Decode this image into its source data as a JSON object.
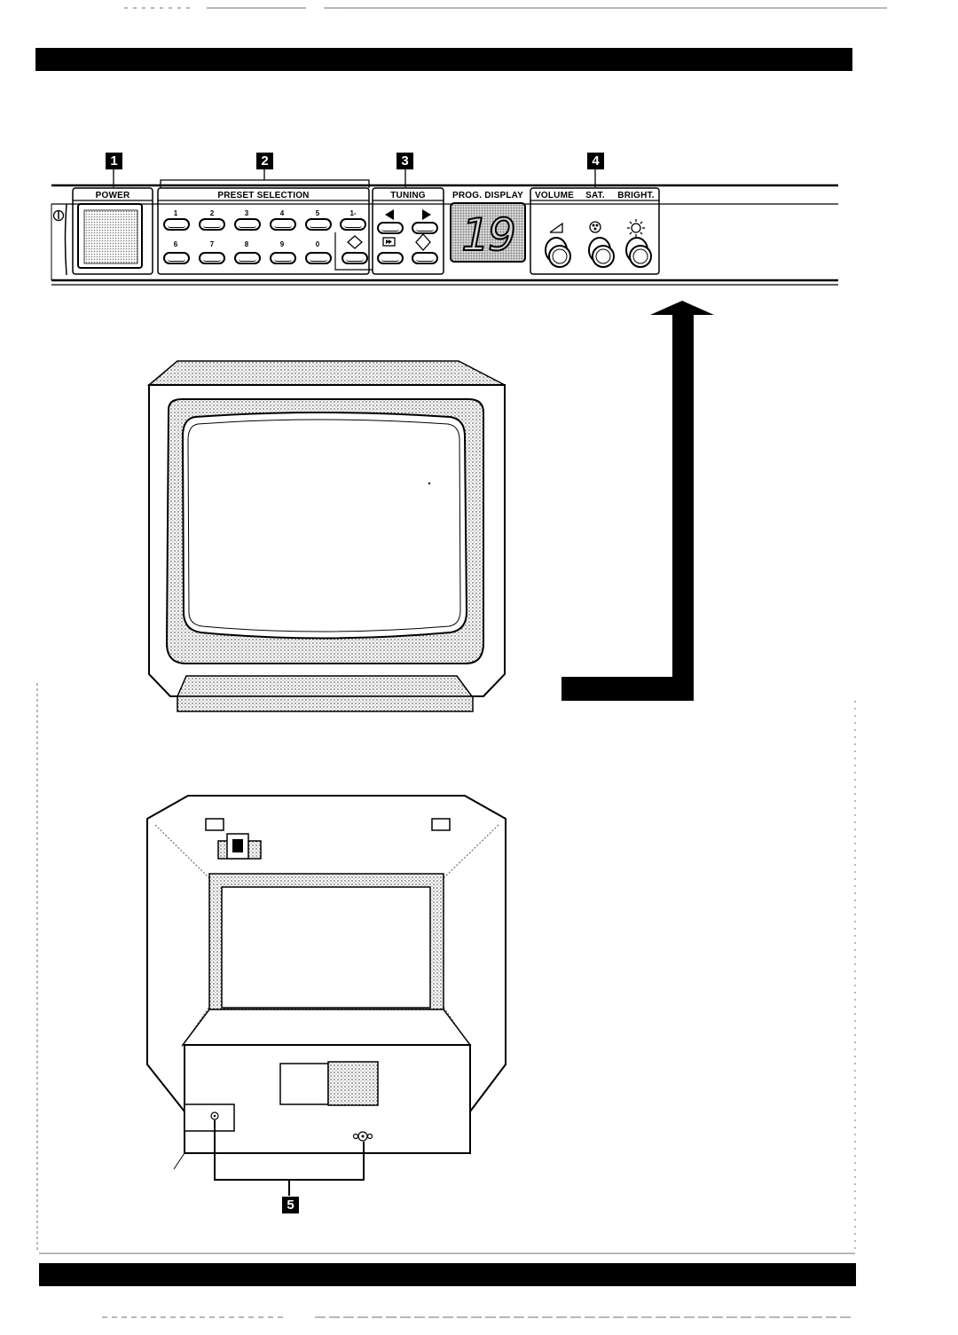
{
  "panel": {
    "callouts": [
      "1",
      "2",
      "3",
      "4",
      "5"
    ],
    "sections": {
      "power": "POWER",
      "preset": "PRESET SELECTION",
      "tuning": "TUNING",
      "prog_display": "PROG. DISPLAY",
      "volume": "VOLUME",
      "sat": "SAT.",
      "bright": "BRIGHT."
    },
    "preset_top": [
      "1",
      "2",
      "3",
      "4",
      "5",
      "1-"
    ],
    "preset_bottom": [
      "6",
      "7",
      "8",
      "9",
      "0"
    ],
    "display_value": "19",
    "icons": {
      "power_symbol": "power-icon",
      "tuning_left": "left-arrow-icon",
      "tuning_right": "right-arrow-icon",
      "tuning_store": "store-icon",
      "tuning_skip": "skip-icon",
      "tuning_fine": "diamond-icon",
      "volume": "volume-icon",
      "saturation": "color-icon",
      "brightness": "sun-icon"
    }
  }
}
